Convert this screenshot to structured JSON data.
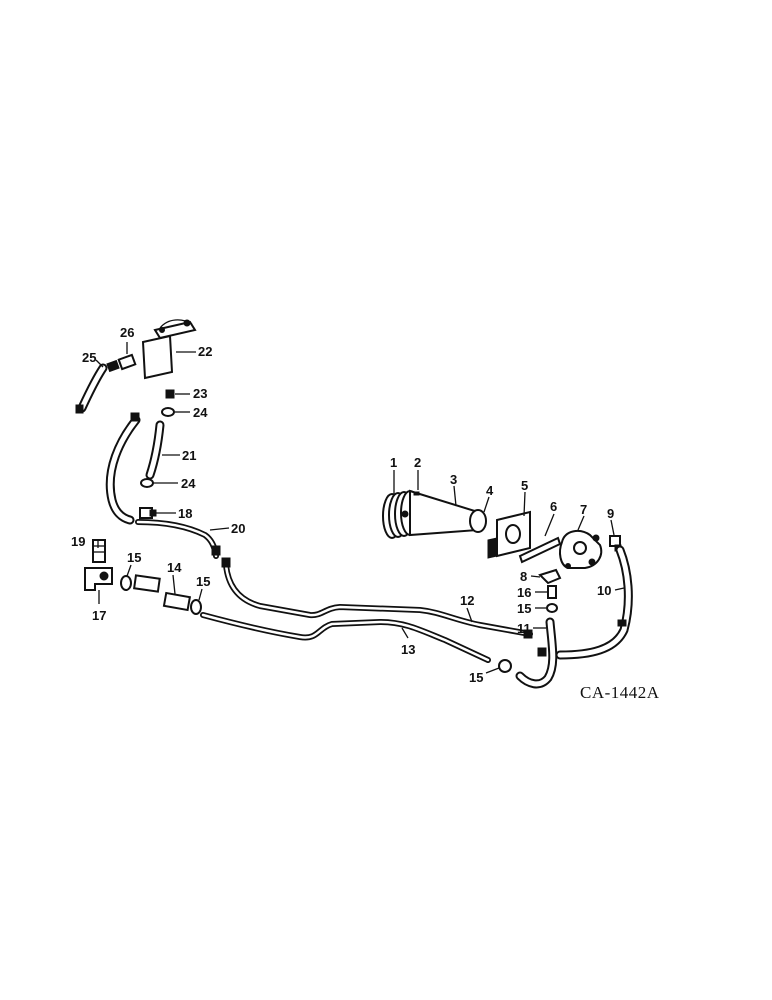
{
  "drawing_code": "CA-1442A",
  "callouts": {
    "p1": "1",
    "p2": "2",
    "p3": "3",
    "p4": "4",
    "p5": "5",
    "p6": "6",
    "p7": "7",
    "p8": "8",
    "p9": "9",
    "p10": "10",
    "p11": "11",
    "p12": "12",
    "p13": "13",
    "p14": "14",
    "p15a": "15",
    "p15b": "15",
    "p15c": "15",
    "p15d": "15",
    "p16": "16",
    "p17": "17",
    "p18": "18",
    "p19": "19",
    "p20": "20",
    "p21": "21",
    "p22": "22",
    "p23": "23",
    "p24a": "24",
    "p24b": "24",
    "p25": "25",
    "p26": "26"
  }
}
